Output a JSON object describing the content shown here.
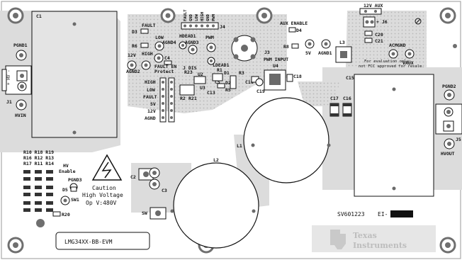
{
  "board": {
    "name": "LMG34XX-BB-EVM",
    "serial": "SV601223",
    "ei_label": "EI-",
    "caution": {
      "title": "Caution",
      "line1": "High Voltage",
      "line2": "Op V:480V"
    },
    "hv_enable": {
      "line1": "HV",
      "line2": "Enable"
    },
    "eval_note": {
      "line1": "For evaluation only;",
      "line2": "not FCC approved for resale."
    },
    "brand": {
      "line1": "Texas",
      "line2": "Instruments"
    }
  },
  "labels": {
    "c1": "C1",
    "pgnd1": "PGND1",
    "j1": "J1",
    "hvin": "HVIN",
    "nvp": "+ HV -",
    "fault_top": "FAULT",
    "d3": "D3",
    "r6": "R6",
    "low": "LOW",
    "high": "HIGH",
    "hdead1": "HDEAD1",
    "agnd4": "AGND4",
    "agnd3": "AGND3",
    "pwm": "PWM",
    "v12": "12V",
    "agnd2": "AGND2",
    "c4": "C4",
    "fault_protect": "FAULT EN",
    "protect": "Protect",
    "j_dis": "J DIS",
    "r23": "R23",
    "u2": "U2",
    "j4": "J4",
    "hdr_fault": "FAULT",
    "hdr_gnd": "GND",
    "hdr_low": "LOW",
    "hdr_high": "HIGH",
    "hdr_gnd2": "GND",
    "hdr_pwm": "PWM",
    "ldead1": "LDEAD1",
    "r1": "R1",
    "d1": "D1",
    "r3": "R3",
    "c5": "C5",
    "d2": "D2",
    "r5": "R5",
    "u3": "U3",
    "c13": "C13",
    "r2": "R2",
    "r21": "R21",
    "high2": "HIGH",
    "low2": "LOW",
    "fault2": "FAULT",
    "v5": "5V",
    "v12b": "12V",
    "agnd": "AGND",
    "aux_enable": "AUX ENABLE",
    "d4": "D4",
    "r8": "R8",
    "j3": "J3",
    "pwm_input": "PWM INPUT",
    "u4": "U4",
    "c18": "C18",
    "c10": "C10",
    "c19": "C19",
    "v5b": "5V",
    "agnd1": "AGND1",
    "l3": "L3",
    "aux12": "12V AUX",
    "j6": "+ J6",
    "c20": "C20",
    "c21": "C21",
    "acmgnd": "ACMGND",
    "vaux": "VAUX",
    "c15": "C15",
    "c17": "C17",
    "c16": "C16",
    "pgnd2": "PGND2",
    "j5": "J5",
    "hvout": "HVOUT",
    "l1": "L1",
    "l2": "L2",
    "c2": "C2",
    "c3": "C3",
    "sw": "SW",
    "sw1": "SW1",
    "d5": "D5",
    "pgnd3": "PGND3",
    "r20": "R20",
    "rrow1": "R10 R18 R19",
    "rrow2": "R16 R12 R13",
    "rrow3": "R17 R11 R14"
  },
  "colors": {
    "copper_pour": "#dcdcdc",
    "silk": "#111111",
    "pad_hole": "#6a6a6a",
    "mount_ring": "#6f6f6f",
    "brand_logo": "#c9c9c9"
  }
}
